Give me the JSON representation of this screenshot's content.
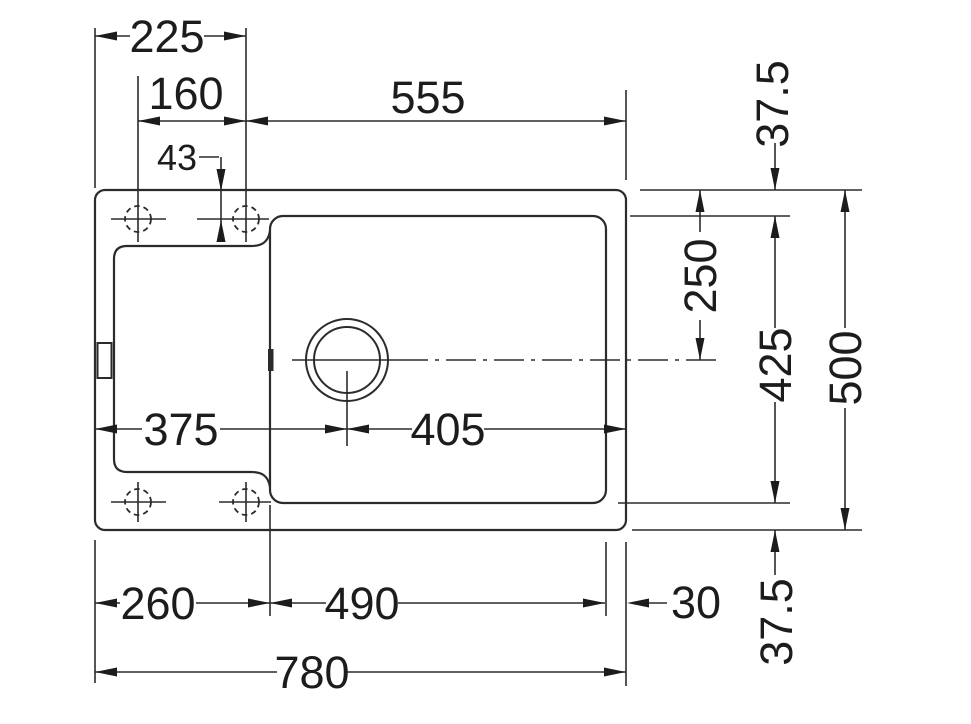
{
  "drawing": {
    "type": "technical-dimension-drawing",
    "subject": "inset kitchen sink with bowl and drainer, top view",
    "units": "mm",
    "line_color": "#2b2b2b",
    "text_color": "#1c1c1c",
    "background": "#ffffff",
    "dimensions": {
      "overall_width": "780",
      "overall_depth": "500",
      "left_edge_to_tap2": "225",
      "tap_hole_spacing": "160",
      "tap2_to_right_edge": "555",
      "tap_hole_offset_from_edge": "43",
      "left_edge_to_drain_center": "375",
      "drain_center_to_right_edge": "405",
      "left_edge_to_bowl": "260",
      "bowl_width": "490",
      "bowl_to_right_edge": "30",
      "rim_top": "37.5",
      "top_edge_to_centerline": "250",
      "bowl_depth": "425",
      "overall_depth_right": "500",
      "rim_bottom": "37.5"
    }
  }
}
